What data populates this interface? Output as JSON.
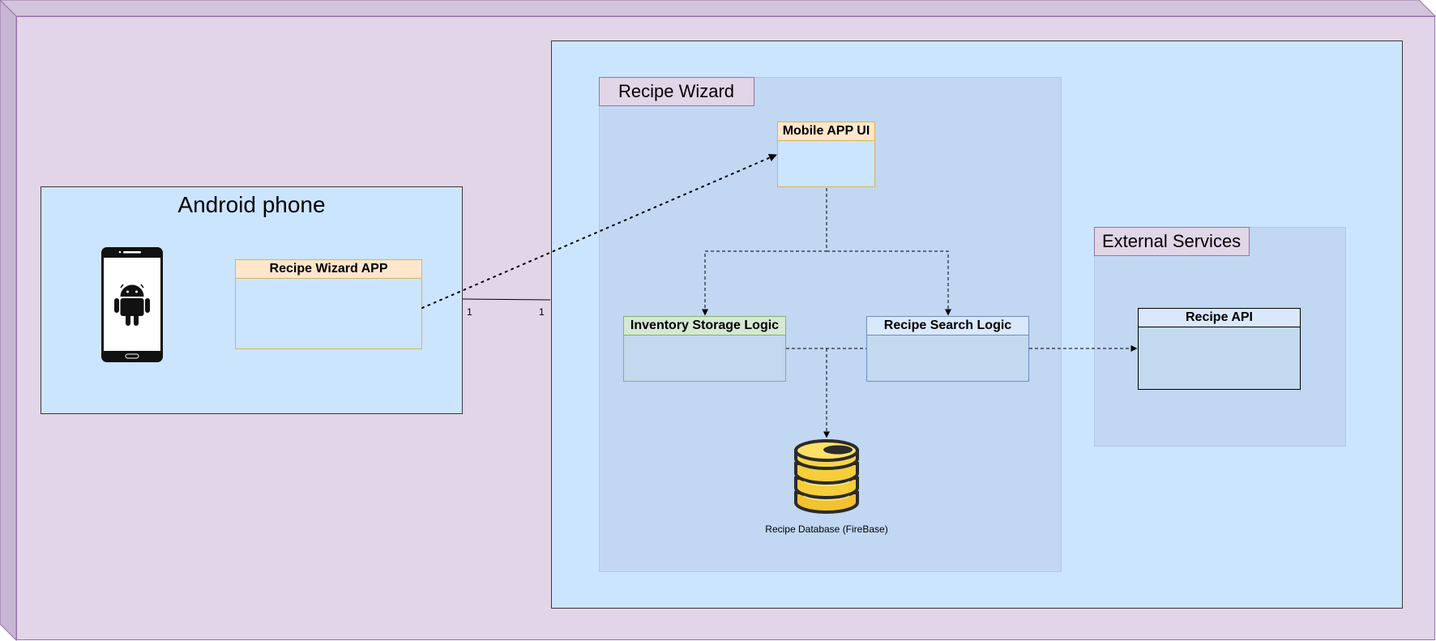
{
  "android": {
    "title": "Android phone"
  },
  "components": {
    "wizard_app": "Recipe Wizard APP",
    "mobile_ui": "Mobile APP UI",
    "inventory": "Inventory Storage Logic",
    "search": "Recipe Search Logic",
    "recipe_api": "Recipe API"
  },
  "packages": {
    "recipe_wizard": "Recipe Wizard",
    "external": "External Services"
  },
  "database": {
    "label": "Recipe Database (FireBase)"
  },
  "association": {
    "left_multiplicity": "1",
    "right_multiplicity": "1"
  },
  "colors": {
    "node": "#e1d5e7",
    "node_border": "#9673a6",
    "server": "#cce5ff",
    "header_orange": "#ffe6cc",
    "header_green": "#d5e8d4",
    "header_blue": "#dae8fc"
  }
}
